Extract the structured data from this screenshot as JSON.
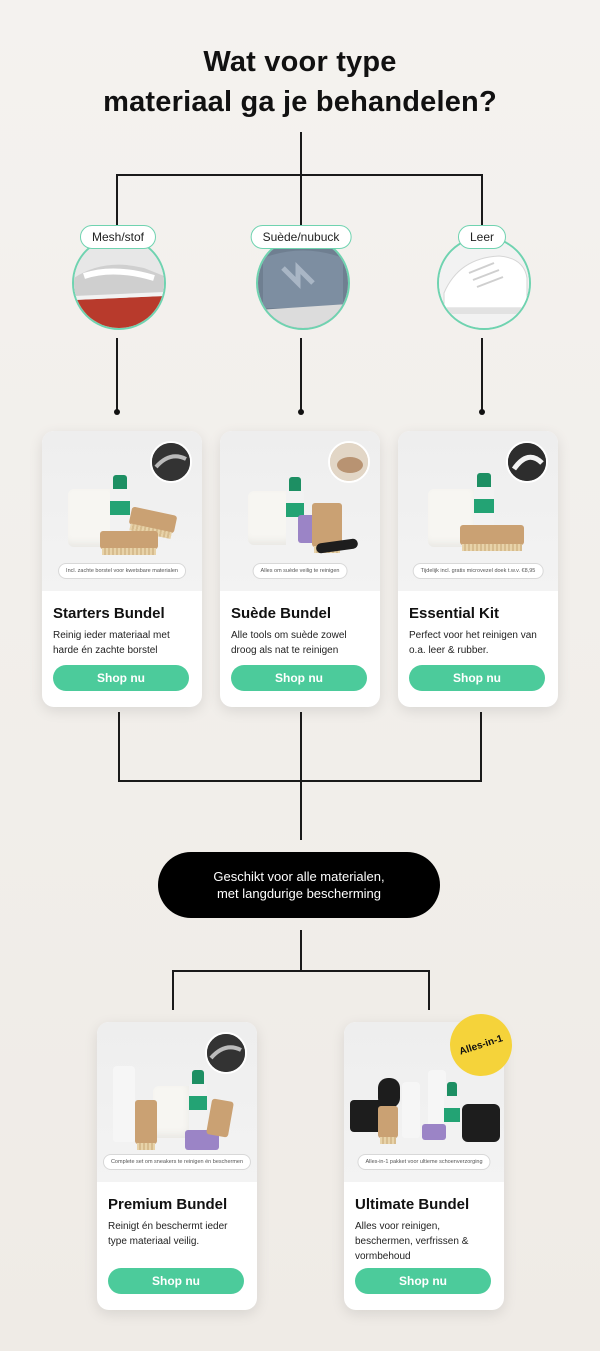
{
  "title_line1": "Wat voor type",
  "title_line2": "materiaal ga je behandelen?",
  "materials": [
    {
      "label": "Mesh/stof",
      "icon": "mesh-sneaker-photo"
    },
    {
      "label": "Suède/nubuck",
      "icon": "suede-sneaker-photo"
    },
    {
      "label": "Leer",
      "icon": "leather-sneaker-photo"
    }
  ],
  "products_top": [
    {
      "name": "Starters Bundel",
      "desc": "Reinig ieder materiaal met harde én zachte borstel",
      "cta": "Shop nu",
      "caption": "Incl. zachte borstel voor kwetsbare materialen"
    },
    {
      "name": "Suède Bundel",
      "desc": "Alle tools om suède zowel droog als nat te reinigen",
      "cta": "Shop nu",
      "caption": "Alles om suède veilig te reinigen"
    },
    {
      "name": "Essential Kit",
      "desc": "Perfect voor het reinigen van o.a. leer & rubber.",
      "cta": "Shop nu",
      "caption": "Tijdelijk incl. gratis microvezel doek t.w.v. €8,95"
    }
  ],
  "center_pill": {
    "line1": "Geschikt voor alle materialen,",
    "line2": "met langdurige bescherming"
  },
  "products_bottom": [
    {
      "name": "Premium Bundel",
      "desc": "Reinigt én beschermt ieder type materiaal veilig.",
      "cta": "Shop nu",
      "caption": "Complete set om sneakers te reinigen én beschermen"
    },
    {
      "name": "Ultimate Bundel",
      "desc": "Alles voor reinigen, beschermen, verfrissen & vormbehoud",
      "cta": "Shop nu",
      "caption": "Alles-in-1 pakket voor ultieme schoenverzorging",
      "badge": "Alles-in-1"
    }
  ],
  "colors": {
    "accent": "#4ccb9b",
    "badge": "#f5d33a",
    "pill_bg": "#000000"
  }
}
